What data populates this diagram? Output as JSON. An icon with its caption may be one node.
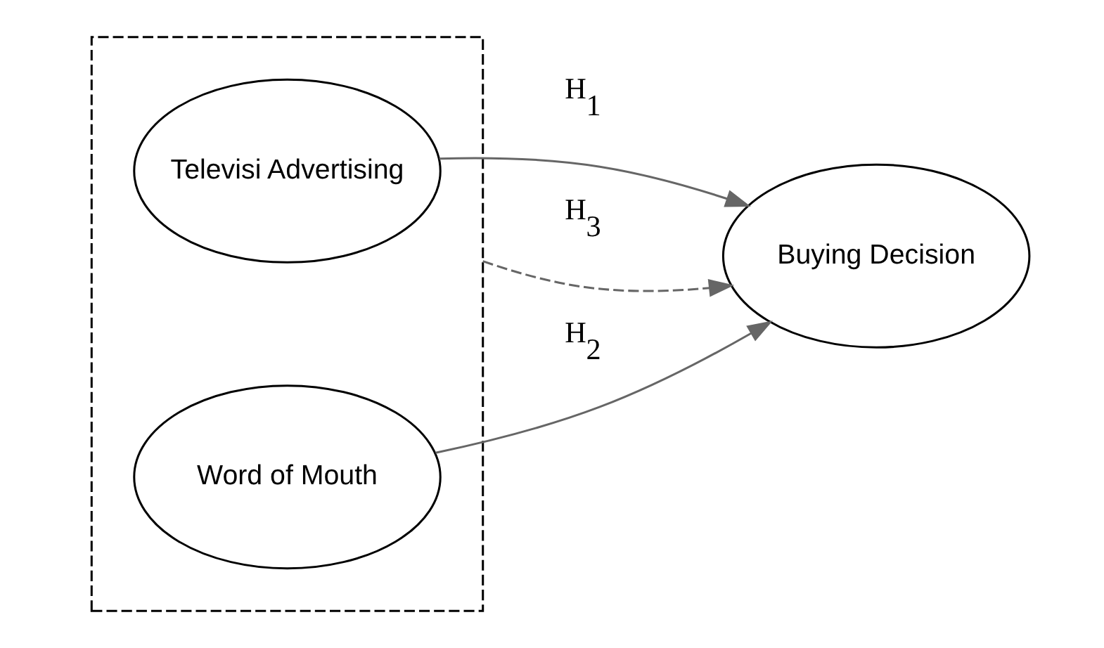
{
  "diagram": {
    "nodes": [
      {
        "text": [],
        "shape": "box"
      },
      {
        "text": [
          "Televisi Advertising"
        ],
        "in": 0
      },
      {
        "text": [
          "Word of Mouth"
        ],
        "in": 0
      },
      {
        "text": [
          "Buying Decision"
        ]
      }
    ],
    "edges": [
      {
        "from": 1,
        "to": 3,
        "arrow": "to",
        "label": "H$_{1}$"
      },
      {
        "from": 2,
        "to": 3,
        "arrow": "to",
        "label": "H$_{2}$"
      },
      {
        "from": 0,
        "to": 3,
        "arrow": "to",
        "label": "H$_{3}$",
        "style": "dashed"
      }
    ]
  }
}
